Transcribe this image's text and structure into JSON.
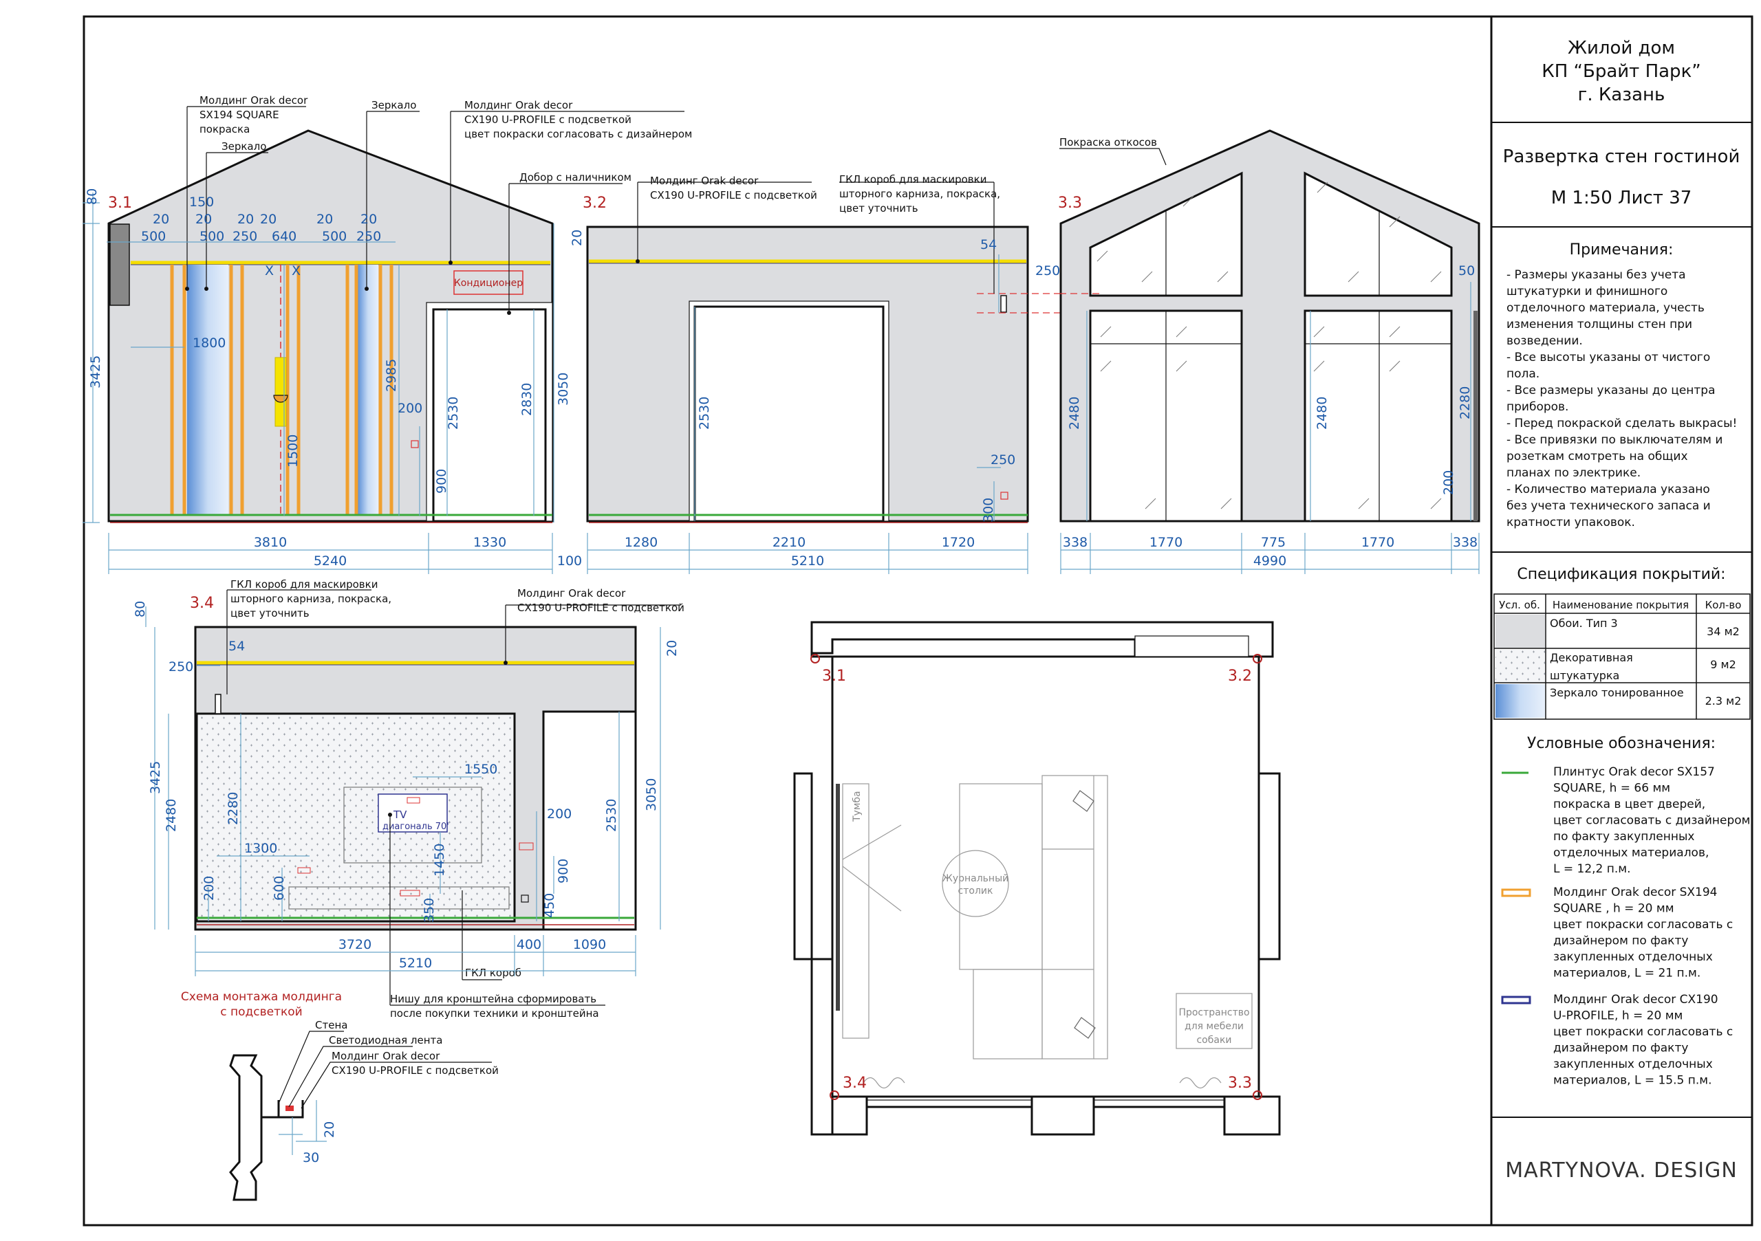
{
  "title_block": {
    "project_line1": "Жилой дом",
    "project_line2": "КП “Брайт Парк”",
    "project_line3": "г. Казань",
    "sheet_title": "Развертка стен гостиной",
    "scale_sheet": "М 1:50 Лист 37",
    "notes_title": "Примечания:",
    "notes": [
      "- Размеры указаны без учета",
      "штукатурки и финишного",
      "отделочного материала, учесть",
      "изменения толщины стен при",
      "возведении.",
      "- Все высоты указаны от чистого",
      "пола.",
      "- Все размеры указаны до центра",
      "приборов.",
      "- Перед покраской сделать выкрасы!",
      "- Все привязки по выключателям и",
      "розеткам смотреть на общих",
      "планах по электрике.",
      "- Количество материала указано",
      "без учета технического запаса и",
      "кратности упаковок."
    ],
    "spec_title": "Спецификация покрытий:",
    "spec_headers": [
      "Усл. об.",
      "Наименование покрытия",
      "Кол-во"
    ],
    "spec_rows": [
      {
        "name": "Обои. Тип 3",
        "qty": "34 м2"
      },
      {
        "name": "Декоративная",
        "name2": "штукатурка",
        "qty": "9 м2"
      },
      {
        "name": "Зеркало тонированное",
        "qty": "2.3 м2"
      }
    ],
    "legend_title": "Условные обозначения:",
    "legend1": [
      "Плинтус Orak decor SX157",
      "SQUARE, h = 66 мм",
      "покраска в цвет дверей,",
      "цвет согласовать с дизайнером",
      "по факту закупленных",
      "отделочных материалов,",
      "L = 12,2 п.м."
    ],
    "legend2": [
      "Молдинг Orak decor SX194",
      "SQUARE , h = 20 мм",
      "цвет покраски согласовать с",
      "дизайнером по факту",
      "закупленных отделочных",
      "материалов, L = 21 п.м."
    ],
    "legend3": [
      "Молдинг Orak decor CX190",
      "U-PROFILE, h = 20 мм",
      "цвет покраски согласовать с",
      "дизайнером по факту",
      "закупленных отделочных",
      "материалов, L = 15.5 п.м."
    ],
    "brand": "MARTYNOVA. DESIGN"
  },
  "wall_labels": {
    "w31": "3.1",
    "w32": "3.2",
    "w33": "3.3",
    "w34": "3.4"
  },
  "wall31": {
    "note1": [
      "Молдинг Orak decor",
      "SX194 SQUARE",
      "покраска"
    ],
    "mirror_a": "Зеркало",
    "mirror_b": "Зеркало",
    "note2": [
      "Молдинг Orak decor",
      "CX190 U-PROFILE с подсветкой",
      "цвет покраски согласовать с дизайнером"
    ],
    "dobor": "Добор с наличником",
    "ac": "Кондиционер",
    "dims": {
      "d80": "80",
      "d150": "150",
      "d20a": "20",
      "d20b": "20",
      "d20c": "20",
      "d20d": "20",
      "d20e": "20",
      "d20f": "20",
      "d500a": "500",
      "d500b": "500",
      "d250a": "250",
      "d640": "640",
      "d500c": "500",
      "d250b": "250",
      "x1": "X",
      "x2": "X",
      "d3425": "3425",
      "d1800": "1800",
      "d1500": "1500",
      "d2985": "2985",
      "d200": "200",
      "d2530": "2530",
      "d2830": "2830",
      "d900": "900",
      "d3050": "3050",
      "d20g": "20",
      "d3810": "3810",
      "d1330": "1330",
      "d5240": "5240",
      "d100": "100"
    }
  },
  "wall32": {
    "note1": [
      "Молдинг Orak decor",
      "CX190 U-PROFILE с подсветкой"
    ],
    "note2": [
      "ГКЛ короб для маскировки",
      "шторного карниза, покраска,",
      "цвет уточнить"
    ],
    "dims": {
      "d54": "54",
      "d250a": "250",
      "d2530": "2530",
      "d250b": "250",
      "d300": "300",
      "d1280": "1280",
      "d2210": "2210",
      "d1720": "1720",
      "d5210": "5210"
    }
  },
  "wall33": {
    "note1": "Покраска откосов",
    "dims": {
      "d2480a": "2480",
      "d2480b": "2480",
      "d50": "50",
      "d2280": "2280",
      "d200": "200",
      "d338a": "338",
      "d1770a": "1770",
      "d775": "775",
      "d1770b": "1770",
      "d338b": "338",
      "d4990": "4990"
    }
  },
  "wall34": {
    "note1": [
      "ГКЛ короб для маскировки",
      "шторного карниза, покраска,",
      "цвет уточнить"
    ],
    "note2": [
      "Молдинг Orak decor",
      "CX190 U-PROFILE с подсветкой"
    ],
    "tv": [
      "TV",
      "диагональ 70'"
    ],
    "gkl": "ГКЛ короб",
    "niche": [
      "Нишу для кронштейна сформировать",
      "после покупки техники и кронштейна"
    ],
    "dims": {
      "d80": "80",
      "d54": "54",
      "d250": "250",
      "d20": "20",
      "d3425": "3425",
      "d2480": "2480",
      "d2280": "2280",
      "d1550": "1550",
      "d1300": "1300",
      "d1450": "1450",
      "d600": "600",
      "d350": "350",
      "d200a": "200",
      "d200b": "200",
      "d900": "900",
      "d450": "450",
      "d2530": "2530",
      "d3050": "3050",
      "d3720": "3720",
      "d400": "400",
      "d1090": "1090",
      "d5210": "5210"
    }
  },
  "detail": {
    "title": [
      "Схема монтажа молдинга",
      "с подсветкой"
    ],
    "wall": "Стена",
    "led": "Светодиодная лента",
    "mold": [
      "Молдинг Orak decor",
      "CX190 U-PROFILE с подсветкой"
    ],
    "d20": "20",
    "d30": "30"
  },
  "plan": {
    "l31": "3.1",
    "l32": "3.2",
    "l33": "3.3",
    "l34": "3.4",
    "tumba": "Тумба",
    "table": [
      "Журнальный",
      "столик"
    ],
    "dogspace": [
      "Пространство",
      "для мебели",
      "собаки"
    ]
  },
  "colors": {
    "wallpaper": "#dcdde0",
    "molding_sx194": "#f0a030",
    "molding_cx190": "#2f3590",
    "plinth": "#3aa83a",
    "mirror": "#5b8fd6",
    "accent_red": "#b22222",
    "dim_blue": "#1e5aa8"
  }
}
